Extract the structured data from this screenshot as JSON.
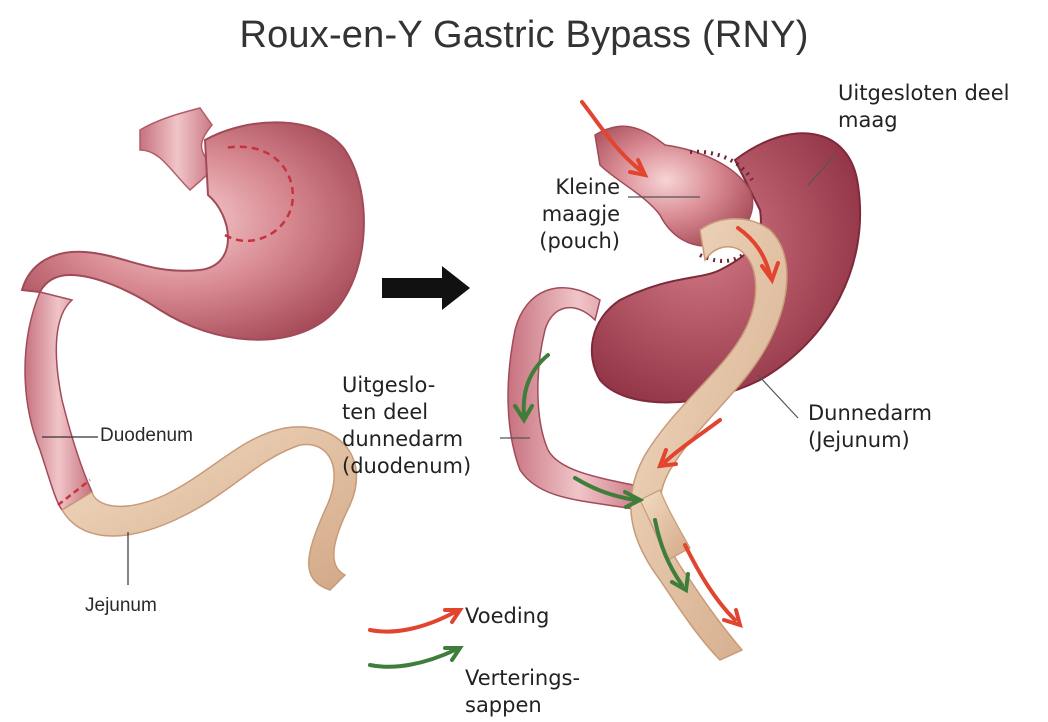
{
  "title": "Roux-en-Y Gastric Bypass (RNY)",
  "before": {
    "duodenum_label": "Duodenum",
    "jejunum_label": "Jejunum"
  },
  "after": {
    "excluded_stomach": [
      "Uitgesloten deel",
      "maag"
    ],
    "pouch": [
      "Kleine",
      "maagje",
      "(pouch)"
    ],
    "excluded_duodenum": [
      "Uitgeslo-",
      "ten deel",
      "dunnedarm",
      "(duodenum)"
    ],
    "jejunum": [
      "Dunnedarm",
      "(Jejunum)"
    ]
  },
  "legend": {
    "food_label": "Voeding",
    "digestive_label": [
      "Verterings-",
      "sappen"
    ]
  },
  "colors": {
    "stomach": "#c9707c",
    "intestine": "#e6c3a2",
    "food_arrow": "#e2452f",
    "digestive_arrow": "#3f7d3a"
  }
}
